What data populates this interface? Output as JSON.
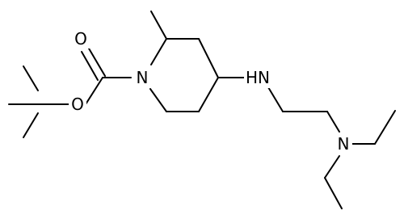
{
  "colors": {
    "background": "#ffffff",
    "bond": "#000000",
    "label": "#000000"
  },
  "atoms": [
    {
      "id": "o_carbonyl",
      "label": "O"
    },
    {
      "id": "o_ester",
      "label": "O"
    },
    {
      "id": "n_ring",
      "label": "N"
    },
    {
      "id": "nh_amine",
      "label": "HN"
    },
    {
      "id": "n_diethyl",
      "label": "N"
    }
  ]
}
